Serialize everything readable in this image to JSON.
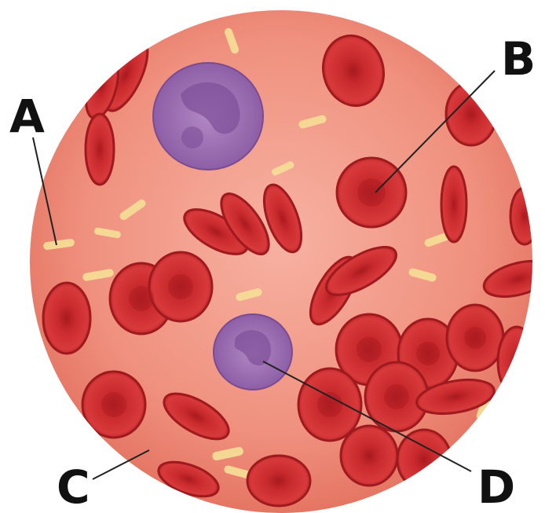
{
  "labels": {
    "a": "A",
    "b": "B",
    "c": "C",
    "d": "D"
  },
  "colors": {
    "plasma": "#ef8a78",
    "plasma_edge": "#e06a5c",
    "red_cell": "#c8262a",
    "red_cell_dark": "#9e1a1e",
    "platelet": "#f6dc96",
    "white_cell": "#9a6bb0",
    "leader_line": "#222222"
  },
  "icons": {
    "red_blood_cell": "red-blood-cell-icon",
    "white_blood_cell": "white-blood-cell-icon",
    "platelet": "platelet-icon"
  }
}
